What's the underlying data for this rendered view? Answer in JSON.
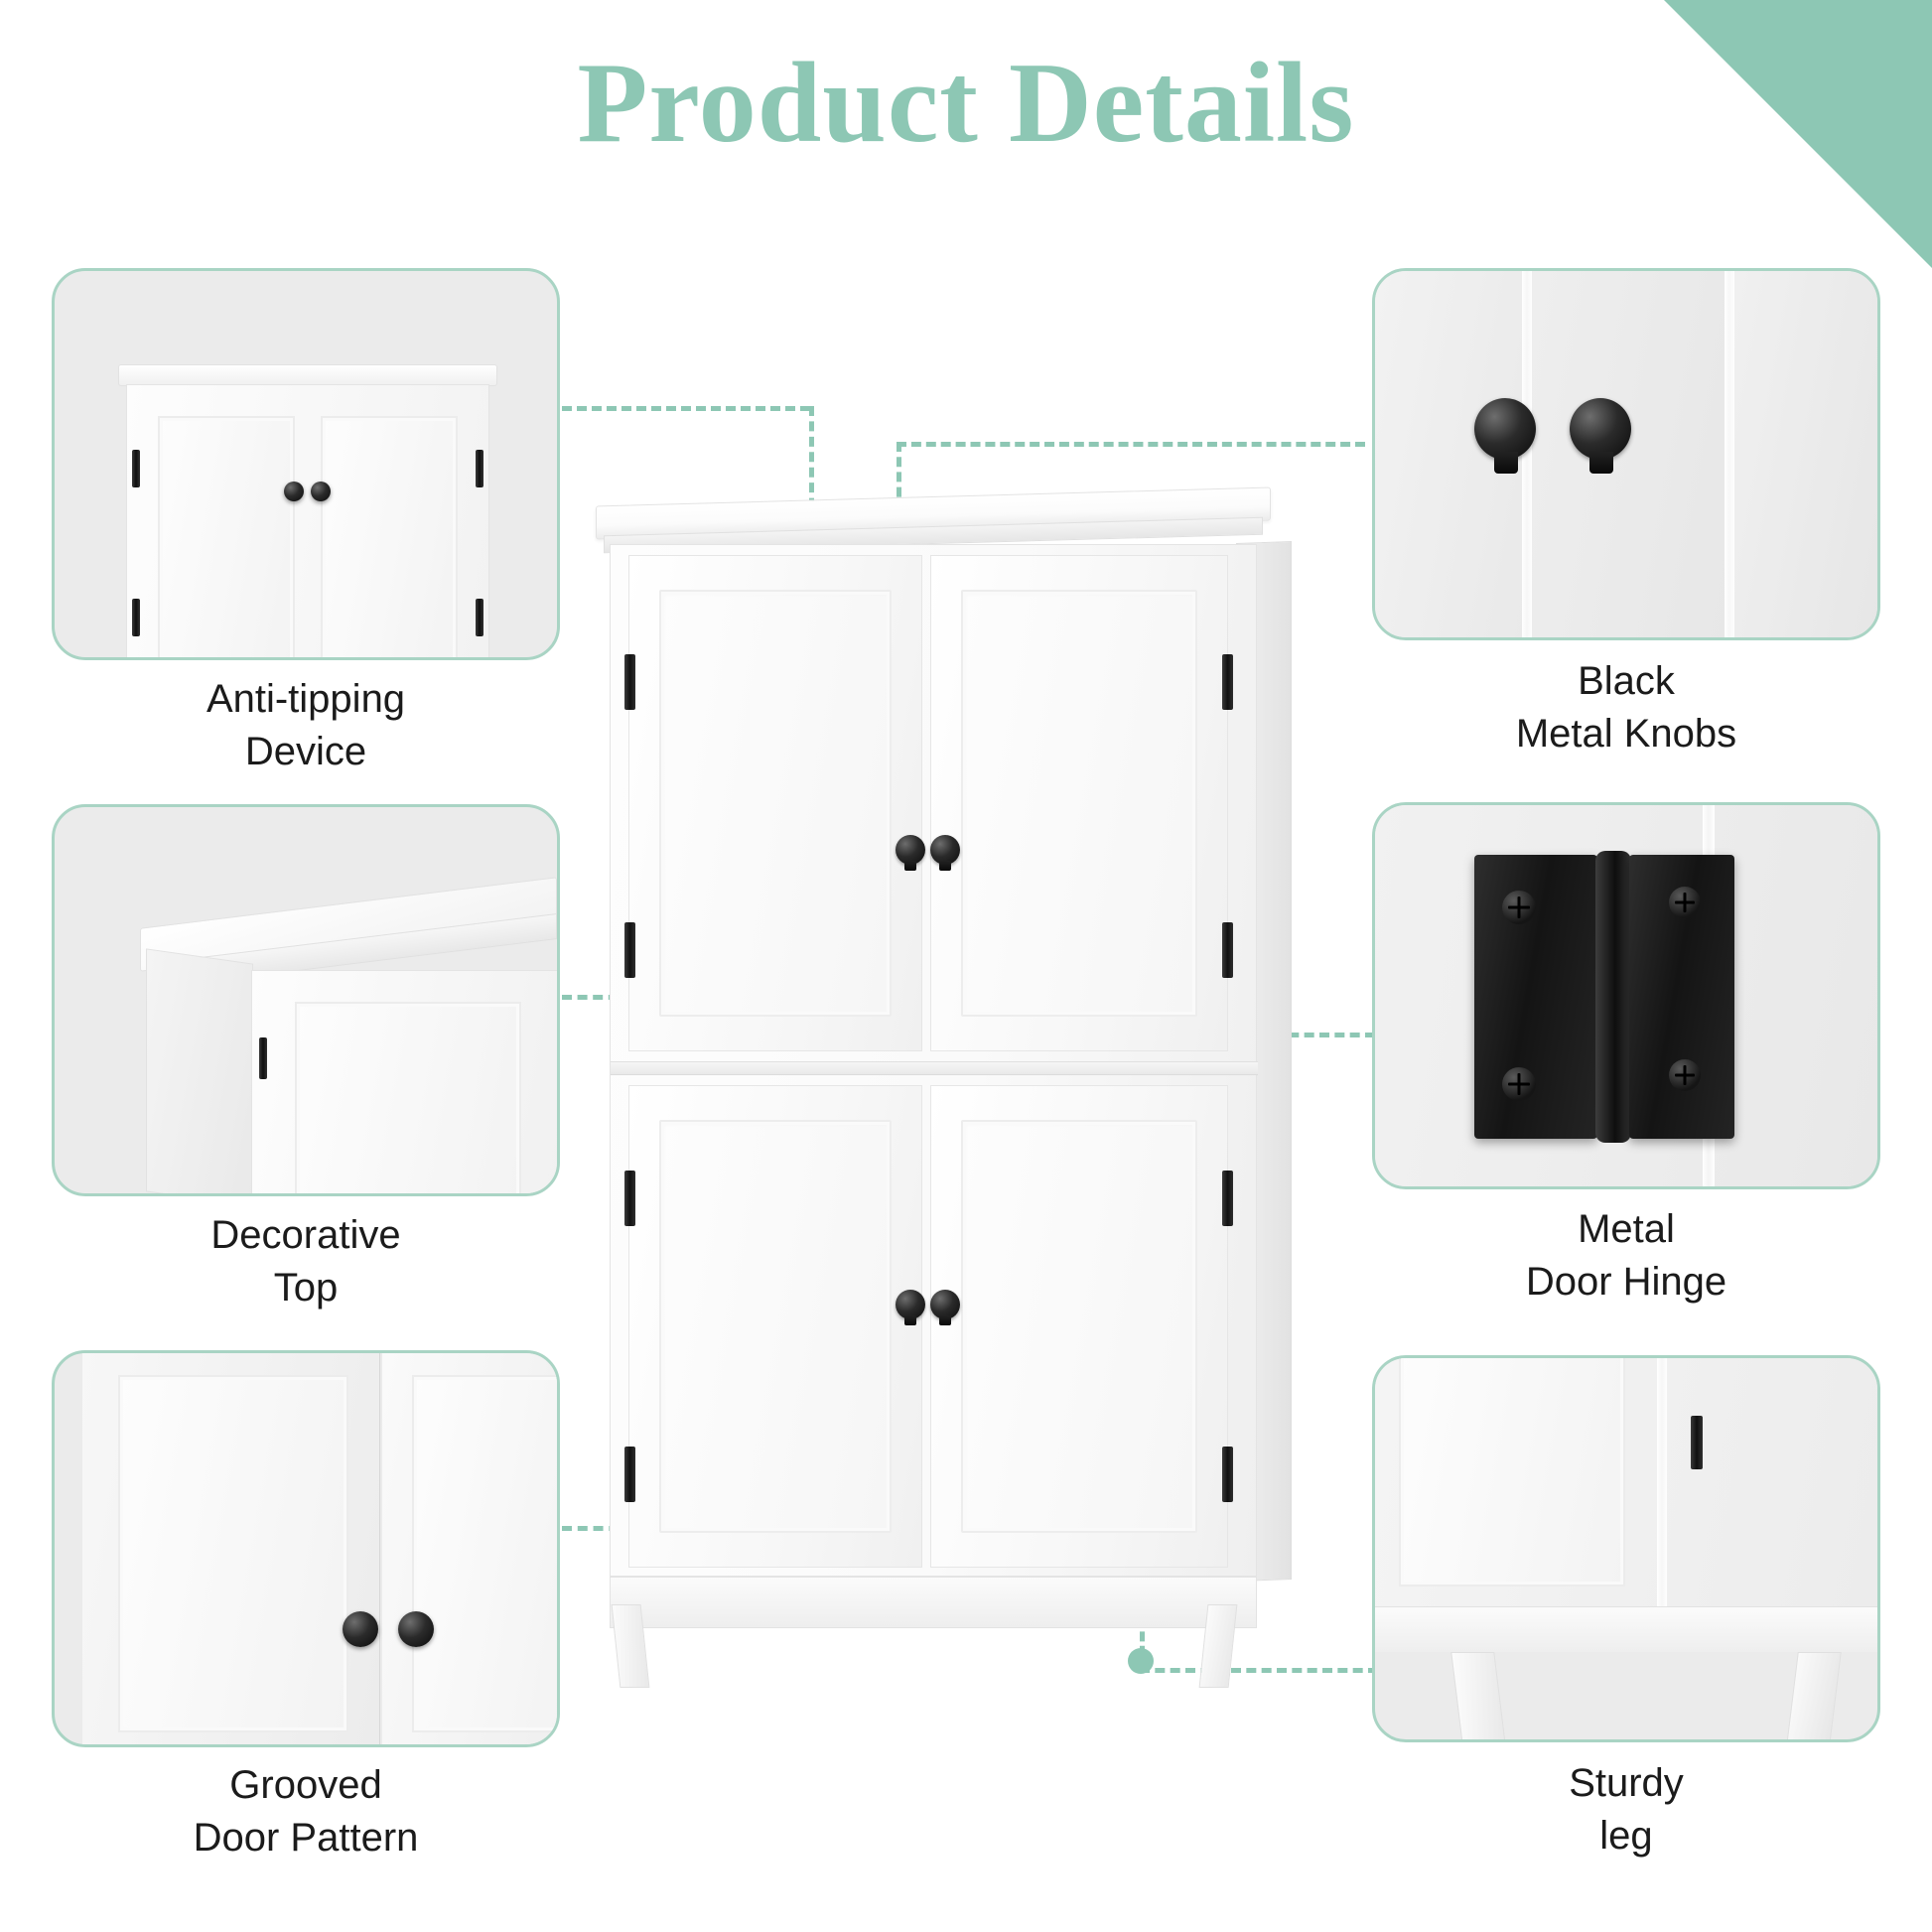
{
  "page": {
    "title": "Product Details",
    "accent_color": "#8dc7b4",
    "box_border_color": "#a9d4c4",
    "box_fill_color": "#ebebeb",
    "text_color": "#1b1b1b",
    "background_color": "#ffffff"
  },
  "callouts": {
    "anti_tipping": {
      "label": "Anti-tipping\nDevice",
      "icon": "cabinet-top-two-doors-photo"
    },
    "decorative_top": {
      "label": "Decorative\nTop",
      "icon": "cabinet-corner-top-photo"
    },
    "grooved_door": {
      "label": "Grooved\nDoor Pattern",
      "icon": "grooved-door-panel-photo"
    },
    "black_knobs": {
      "label": "Black\nMetal Knobs",
      "icon": "black-metal-knobs-photo"
    },
    "metal_hinge": {
      "label": "Metal\nDoor Hinge",
      "icon": "metal-door-hinge-photo"
    },
    "sturdy_leg": {
      "label": "Sturdy\nleg",
      "icon": "sturdy-leg-photo"
    }
  },
  "product": {
    "name": "white-storage-cabinet",
    "description": "Four-door white freestanding storage cabinet with decorative top, black metal knobs and tapered legs"
  }
}
